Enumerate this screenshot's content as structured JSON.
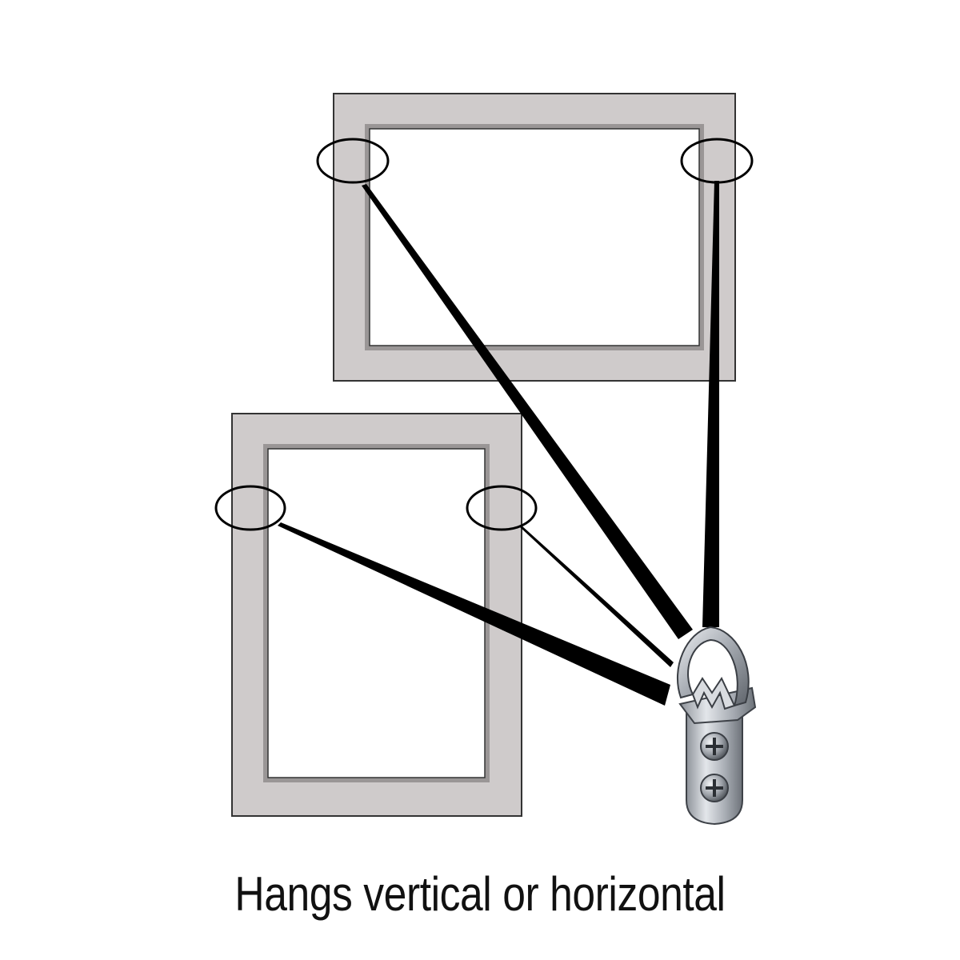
{
  "caption": "Hangs vertical or horizontal",
  "colors": {
    "background": "#ffffff",
    "frame_fill": "#cfcbcb",
    "frame_outline": "#333333",
    "frame_inner_shadow": "#8d8a8a",
    "wire": "#000000",
    "hanger_metal": "#b8bcc2",
    "hanger_dark": "#5c6066"
  },
  "frames": [
    {
      "id": "horizontal-frame",
      "orientation": "horizontal"
    },
    {
      "id": "vertical-frame",
      "orientation": "vertical"
    }
  ],
  "hanger": {
    "type": "d-ring",
    "screws": 2
  }
}
